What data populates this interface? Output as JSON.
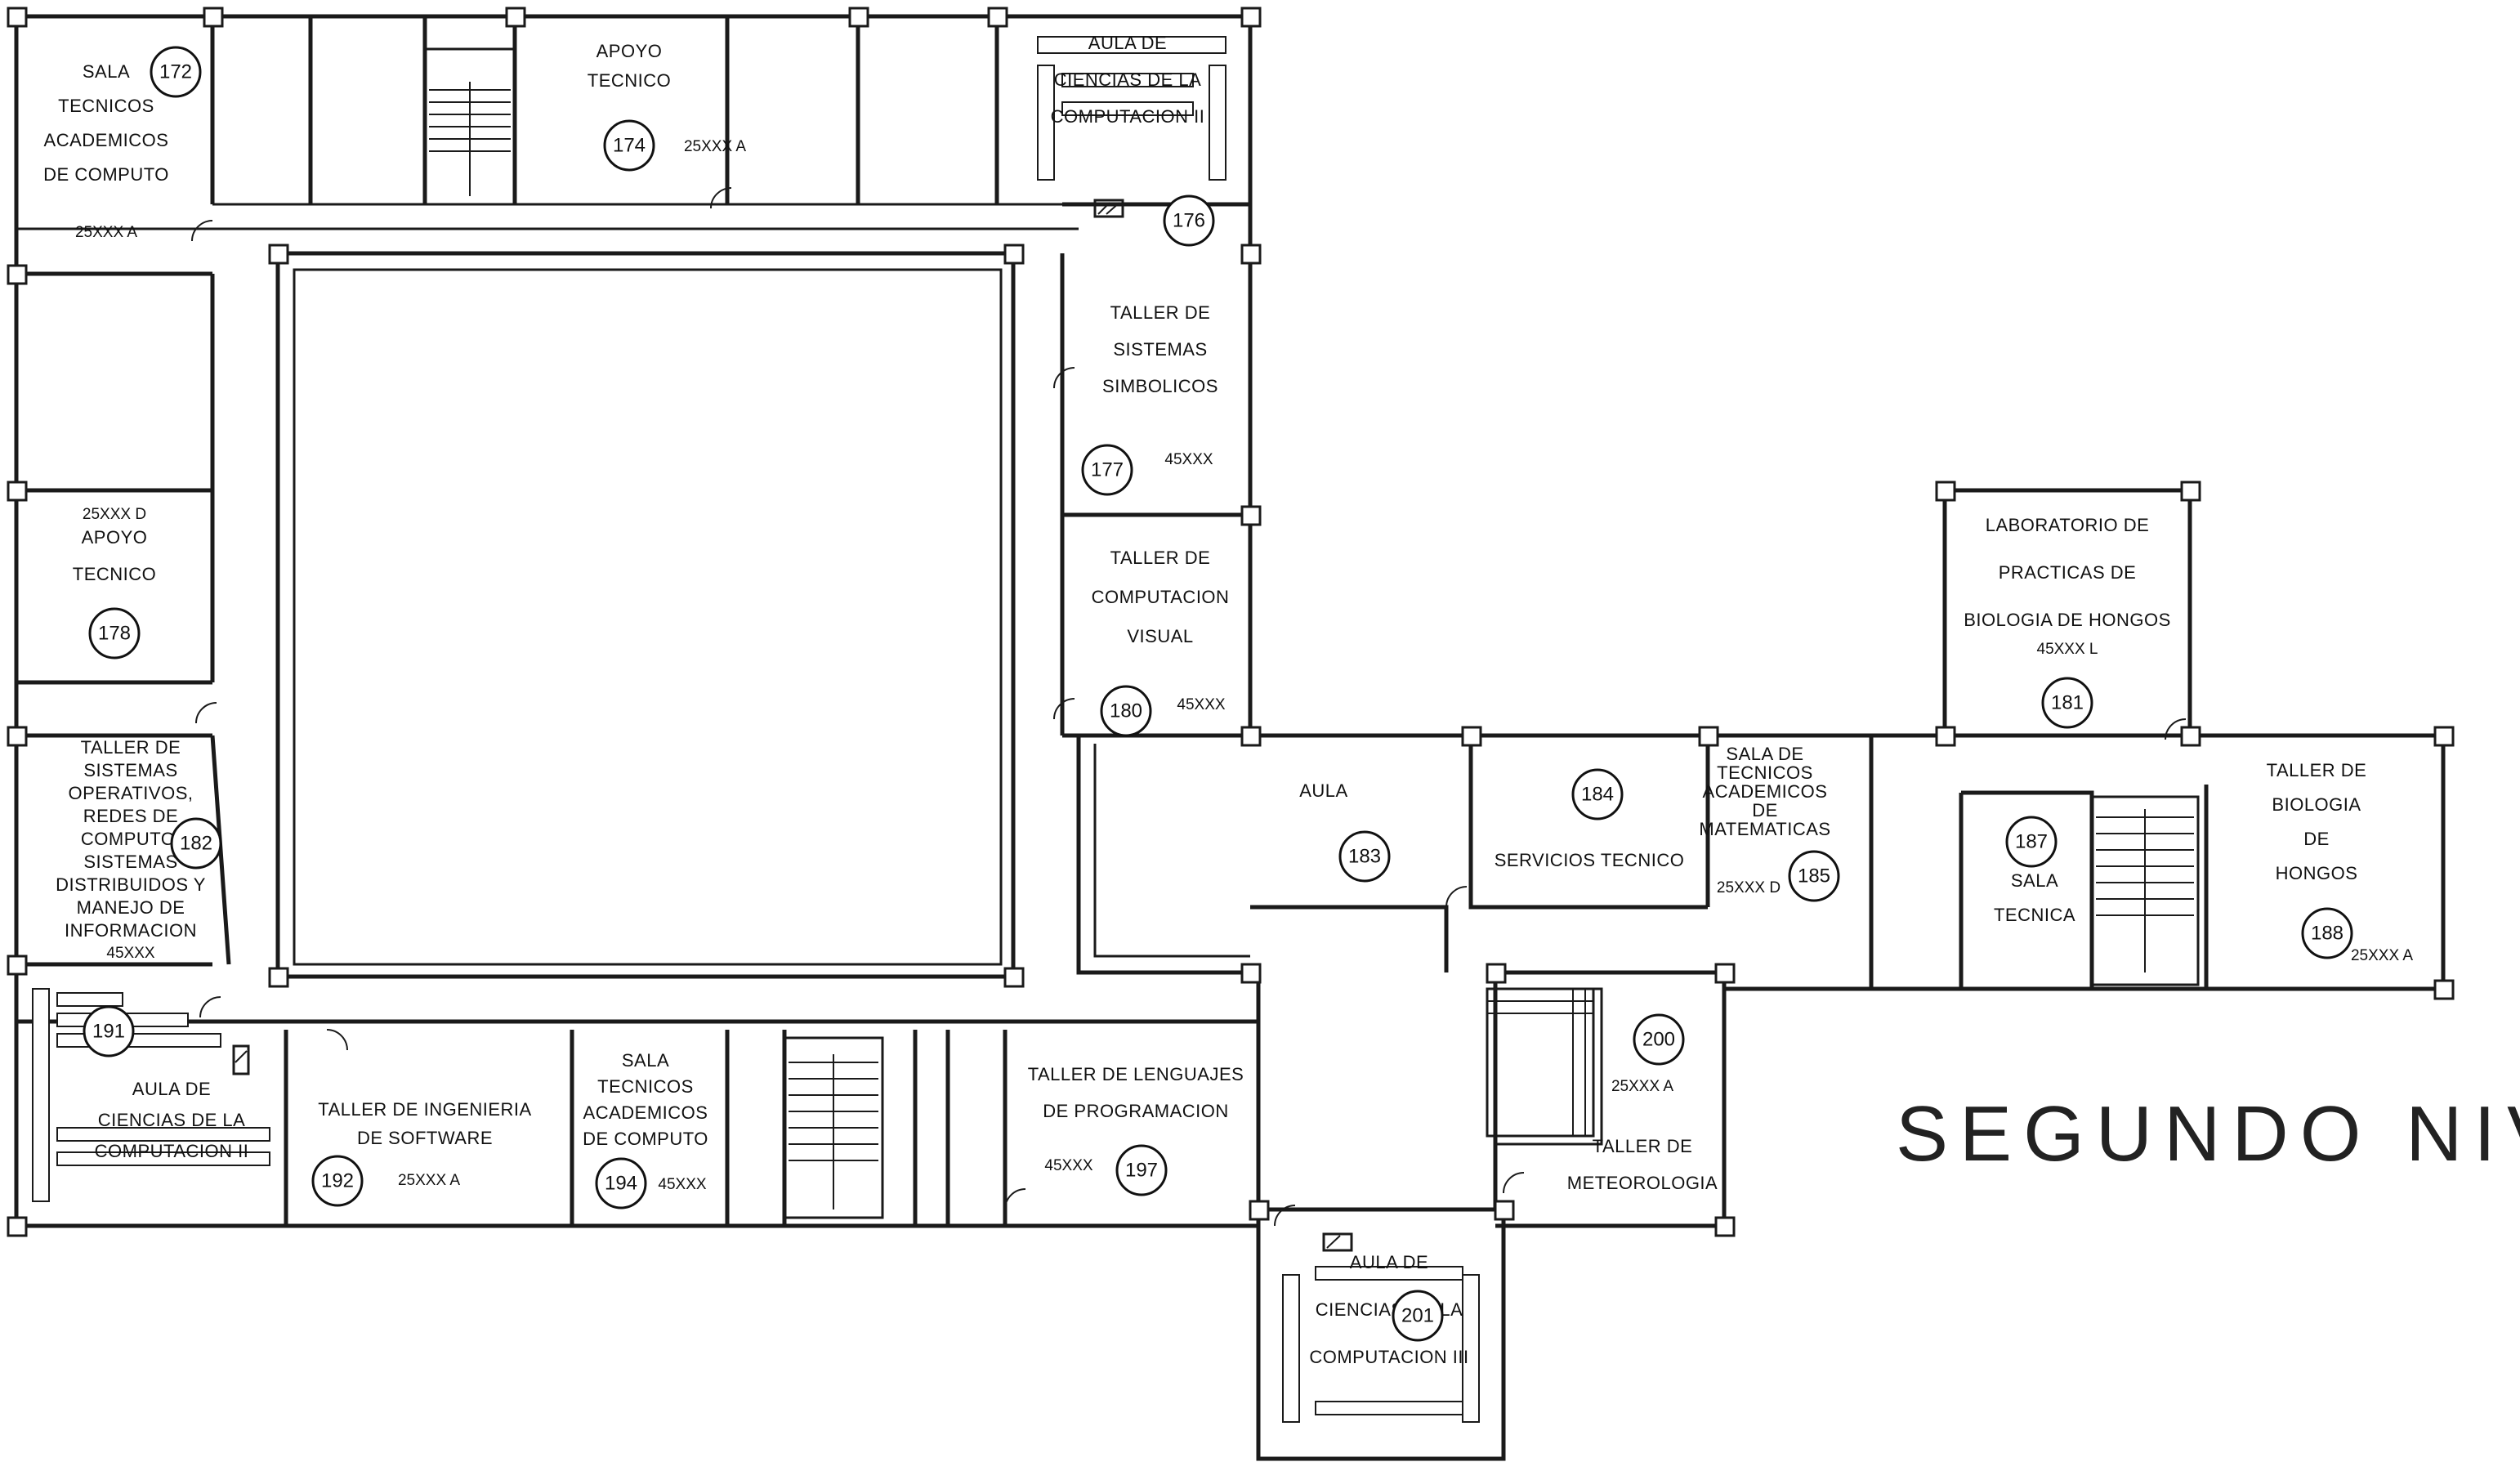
{
  "level_title": "SEGUNDO NIVEL",
  "rooms": [
    {
      "num": "172",
      "lines": [
        "SALA",
        "TECNICOS",
        "ACADEMICOS",
        "DE COMPUTO"
      ],
      "code": "25XXX A"
    },
    {
      "num": "174",
      "lines": [
        "APOYO",
        "TECNICO"
      ],
      "code": "25XXX A"
    },
    {
      "num": "176",
      "lines": [
        "AULA DE",
        "CIENCIAS DE LA",
        "COMPUTACION II"
      ],
      "code": ""
    },
    {
      "num": "177",
      "lines": [
        "TALLER DE",
        "SISTEMAS",
        "SIMBOLICOS"
      ],
      "code": "45XXX"
    },
    {
      "num": "178",
      "lines": [
        "APOYO",
        "TECNICO"
      ],
      "code": "25XXX D"
    },
    {
      "num": "180",
      "lines": [
        "TALLER DE",
        "COMPUTACION",
        "VISUAL"
      ],
      "code": "45XXX"
    },
    {
      "num": "181",
      "lines": [
        "LABORATORIO DE",
        "PRACTICAS DE",
        "BIOLOGIA DE HONGOS"
      ],
      "code": "45XXX L"
    },
    {
      "num": "182",
      "lines": [
        "TALLER DE",
        "SISTEMAS",
        "OPERATIVOS,",
        "REDES DE",
        "COMPUTO,",
        "SISTEMAS",
        "DISTRIBUIDOS Y",
        "MANEJO DE",
        "INFORMACION"
      ],
      "code": "45XXX"
    },
    {
      "num": "183",
      "lines": [
        "AULA"
      ],
      "code": ""
    },
    {
      "num": "184",
      "lines": [
        "SERVICIOS TECNICO"
      ],
      "code": ""
    },
    {
      "num": "185",
      "lines": [
        "SALA DE",
        "TECNICOS",
        "ACADEMICOS",
        "DE",
        "MATEMATICAS"
      ],
      "code": "25XXX D"
    },
    {
      "num": "187",
      "lines": [
        "SALA",
        "TECNICA"
      ],
      "code": ""
    },
    {
      "num": "188",
      "lines": [
        "TALLER DE",
        "BIOLOGIA",
        "DE",
        "HONGOS"
      ],
      "code": "25XXX A"
    },
    {
      "num": "191",
      "lines": [
        "AULA DE",
        "CIENCIAS DE LA",
        "COMPUTACION II"
      ],
      "code": ""
    },
    {
      "num": "192",
      "lines": [
        "TALLER DE INGENIERIA",
        "DE SOFTWARE"
      ],
      "code": "25XXX A"
    },
    {
      "num": "194",
      "lines": [
        "SALA",
        "TECNICOS",
        "ACADEMICOS",
        "DE COMPUTO"
      ],
      "code": "45XXX"
    },
    {
      "num": "197",
      "lines": [
        "TALLER DE LENGUAJES",
        "DE PROGRAMACION"
      ],
      "code": "45XXX"
    },
    {
      "num": "200",
      "lines": [
        "TALLER DE",
        "METEOROLOGIA"
      ],
      "code": "25XXX A"
    },
    {
      "num": "201",
      "lines": [
        "AULA DE",
        "CIENCIAS DE LA",
        "COMPUTACION III"
      ],
      "code": ""
    }
  ]
}
